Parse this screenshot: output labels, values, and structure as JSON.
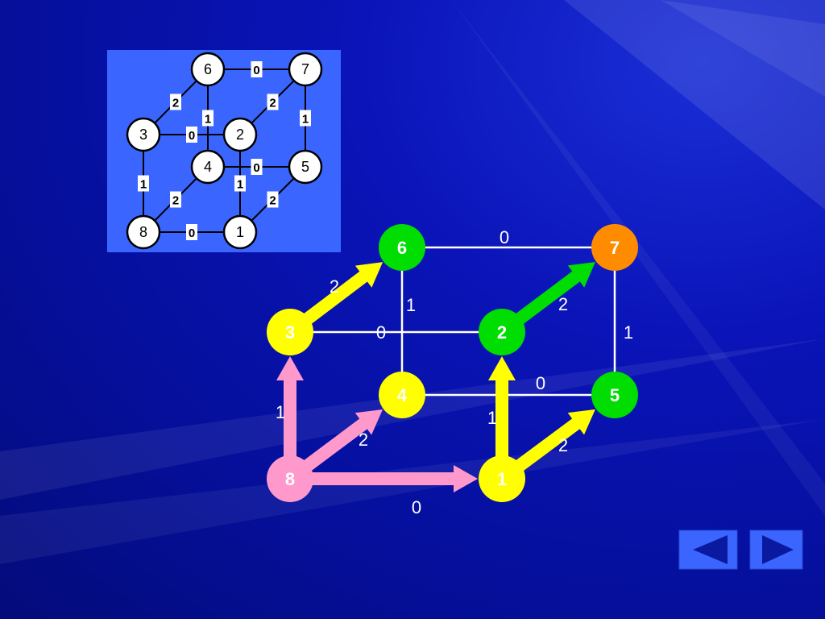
{
  "colors": {
    "mini_panel": "#3a66ff",
    "edge": "#ffffff",
    "yellow": "#ffff00",
    "green": "#00dd00",
    "pink": "#ff99cc",
    "orange": "#ff8c00",
    "nav_button": "#3a66ff",
    "nav_arrow": "#0a1aa0"
  },
  "mini_graph": {
    "nodes": [
      {
        "id": "6",
        "label": "6"
      },
      {
        "id": "7",
        "label": "7"
      },
      {
        "id": "3",
        "label": "3"
      },
      {
        "id": "2",
        "label": "2"
      },
      {
        "id": "4",
        "label": "4"
      },
      {
        "id": "5",
        "label": "5"
      },
      {
        "id": "8",
        "label": "8"
      },
      {
        "id": "1",
        "label": "1"
      }
    ],
    "edges": [
      {
        "from": "6",
        "to": "7",
        "weight": "0"
      },
      {
        "from": "3",
        "to": "6",
        "weight": "2"
      },
      {
        "from": "2",
        "to": "7",
        "weight": "2"
      },
      {
        "from": "6",
        "to": "4",
        "weight": "1"
      },
      {
        "from": "7",
        "to": "5",
        "weight": "1"
      },
      {
        "from": "3",
        "to": "2",
        "weight": "0"
      },
      {
        "from": "4",
        "to": "5",
        "weight": "0"
      },
      {
        "from": "3",
        "to": "8",
        "weight": "1"
      },
      {
        "from": "2",
        "to": "1",
        "weight": "1"
      },
      {
        "from": "8",
        "to": "4",
        "weight": "2"
      },
      {
        "from": "1",
        "to": "5",
        "weight": "2"
      },
      {
        "from": "8",
        "to": "1",
        "weight": "0"
      }
    ]
  },
  "main_graph": {
    "nodes": [
      {
        "id": "6",
        "label": "6",
        "color": "green"
      },
      {
        "id": "7",
        "label": "7",
        "color": "orange"
      },
      {
        "id": "3",
        "label": "3",
        "color": "yellow"
      },
      {
        "id": "2",
        "label": "2",
        "color": "green"
      },
      {
        "id": "4",
        "label": "4",
        "color": "yellow"
      },
      {
        "id": "5",
        "label": "5",
        "color": "green"
      },
      {
        "id": "8",
        "label": "8",
        "color": "pink"
      },
      {
        "id": "1",
        "label": "1",
        "color": "yellow"
      }
    ],
    "edges": [
      {
        "from": "6",
        "to": "7",
        "weight": "0",
        "style": "plain"
      },
      {
        "from": "3",
        "to": "6",
        "weight": "2",
        "style": "arrow",
        "color": "yellow"
      },
      {
        "from": "2",
        "to": "7",
        "weight": "2",
        "style": "arrow",
        "color": "green"
      },
      {
        "from": "6",
        "to": "4",
        "weight": "1",
        "style": "plain"
      },
      {
        "from": "7",
        "to": "5",
        "weight": "1",
        "style": "plain"
      },
      {
        "from": "3",
        "to": "2",
        "weight": "0",
        "style": "plain"
      },
      {
        "from": "4",
        "to": "5",
        "weight": "0",
        "style": "plain"
      },
      {
        "from": "8",
        "to": "3",
        "weight": "1",
        "style": "arrow",
        "color": "pink"
      },
      {
        "from": "1",
        "to": "2",
        "weight": "1",
        "style": "arrow",
        "color": "yellow"
      },
      {
        "from": "8",
        "to": "4",
        "weight": "2",
        "style": "arrow",
        "color": "pink"
      },
      {
        "from": "1",
        "to": "5",
        "weight": "2",
        "style": "arrow",
        "color": "yellow"
      },
      {
        "from": "8",
        "to": "1",
        "weight": "0",
        "style": "arrow",
        "color": "pink"
      }
    ]
  },
  "nav": {
    "prev_icon": "triangle-left-icon",
    "next_icon": "triangle-right-icon"
  }
}
